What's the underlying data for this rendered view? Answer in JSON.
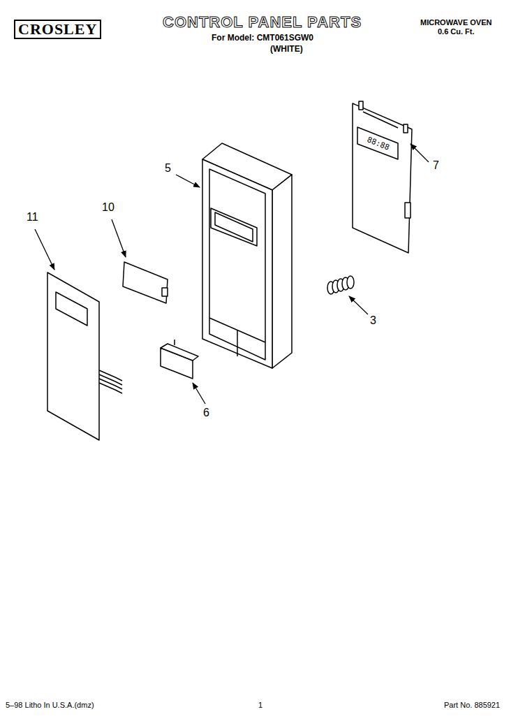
{
  "diagram": {
    "title": "CONTROL PANEL PARTS",
    "labels": [
      "CROSLEY",
      "For Model: CMT061SGW0",
      "(WHITE)",
      "MICROWAVE OVEN",
      "0.6 Cu. Ft.",
      "88:88",
      "5",
      "7",
      "11",
      "10",
      "3",
      "6",
      "5–98 Litho In U.S.A.(dmz)",
      "1",
      "Part No. 885921"
    ]
  }
}
